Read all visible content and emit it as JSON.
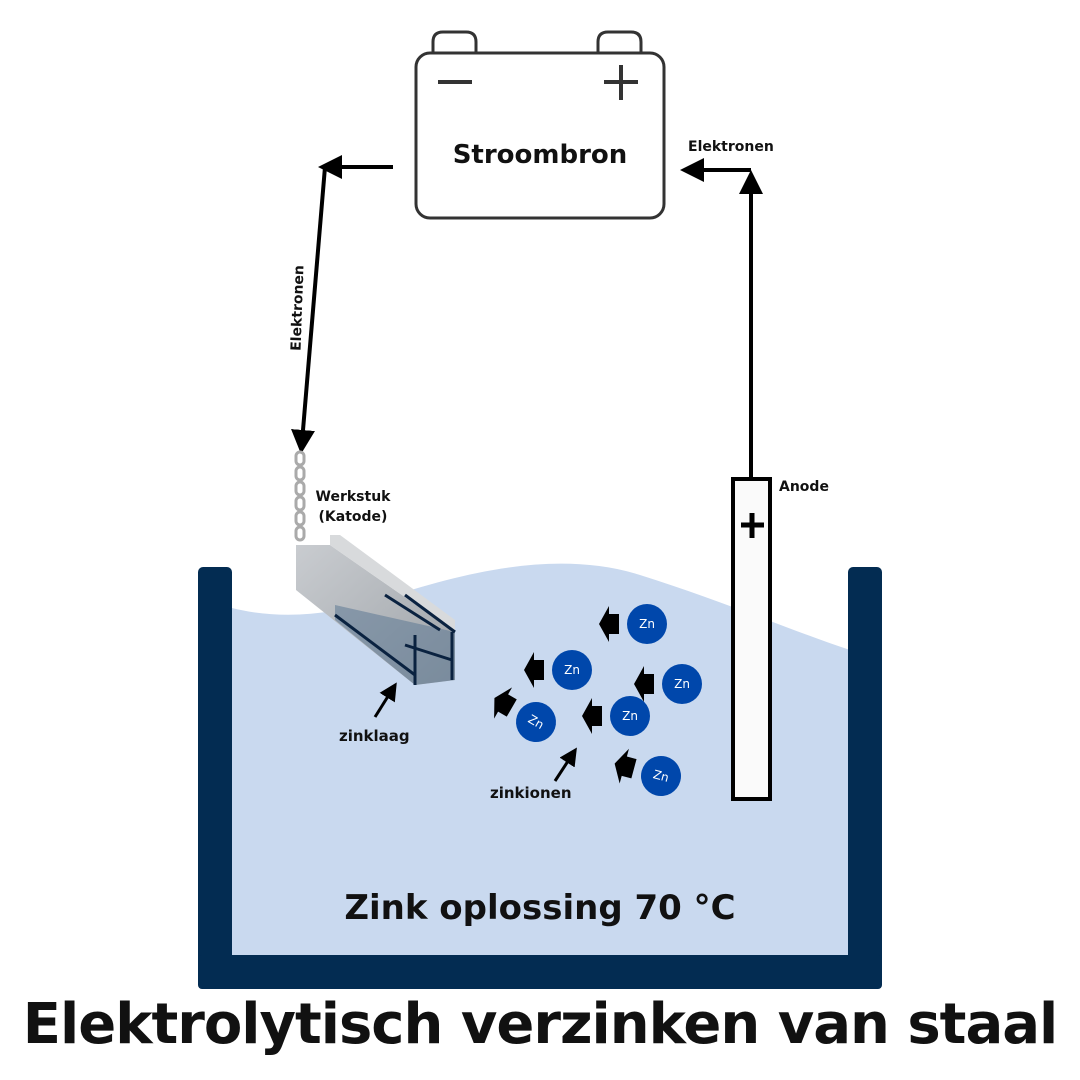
{
  "title": "Elektrolytisch verzinken van staal",
  "battery": {
    "label": "Stroombron",
    "negative_symbol": "−",
    "positive_symbol": "+"
  },
  "wires": {
    "left_label": "Elektronen",
    "right_label": "Elektronen"
  },
  "cathode": {
    "label_line1": "Werkstuk",
    "label_line2": "(Katode)",
    "coating_label": "zinklaag"
  },
  "anode": {
    "label": "Anode",
    "symbol": "+"
  },
  "ions": {
    "label": "zinkionen",
    "symbol": "Zn",
    "count": 6
  },
  "bath": {
    "label": "Zink oplossing 70 °C"
  },
  "colors": {
    "tank": "#032c52",
    "solution": "#c9d9ef",
    "ion": "#0047ab",
    "wire": "#000000",
    "steel": "#b8bcc0"
  }
}
